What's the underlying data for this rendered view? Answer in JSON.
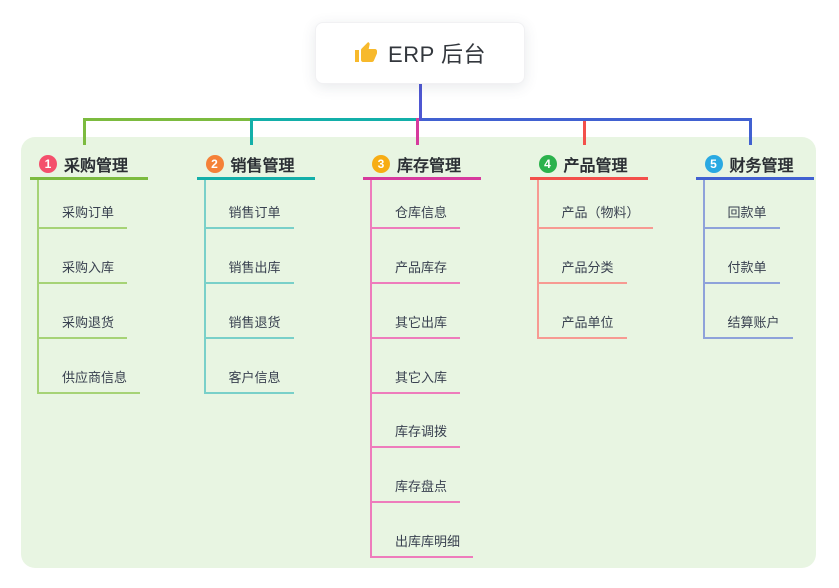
{
  "root": {
    "label": "ERP 后台",
    "icon": "thumbs-up-icon",
    "icon_color": "#f7b92c"
  },
  "colors": {
    "canvas_bg": "#ffffff",
    "panel_bg": "#e8f5e2",
    "trunk": "#4f57d2"
  },
  "branches": [
    {
      "num": "1",
      "label": "采购管理",
      "badge_color": "#f4506c",
      "line_color": "#7cbb3f",
      "child_line_color": "#a6d376",
      "children": [
        "采购订单",
        "采购入库",
        "采购退货",
        "供应商信息"
      ]
    },
    {
      "num": "2",
      "label": "销售管理",
      "badge_color": "#f58138",
      "line_color": "#13afa9",
      "child_line_color": "#79d0c9",
      "children": [
        "销售订单",
        "销售出库",
        "销售退货",
        "客户信息"
      ]
    },
    {
      "num": "3",
      "label": "库存管理",
      "badge_color": "#f7ad14",
      "line_color": "#d63a9d",
      "child_line_color": "#ee7cbc",
      "children": [
        "仓库信息",
        "产品库存",
        "其它出库",
        "其它入库",
        "库存调拨",
        "库存盘点",
        "出库库明细"
      ]
    },
    {
      "num": "4",
      "label": "产品管理",
      "badge_color": "#2bb24c",
      "line_color": "#f3504b",
      "child_line_color": "#f79a92",
      "children": [
        "产品（物料）",
        "产品分类",
        "产品单位"
      ]
    },
    {
      "num": "5",
      "label": "财务管理",
      "badge_color": "#29a9e2",
      "line_color": "#4161d1",
      "child_line_color": "#8ea2da",
      "children": [
        "回款单",
        "付款单",
        "结算账户"
      ]
    }
  ]
}
